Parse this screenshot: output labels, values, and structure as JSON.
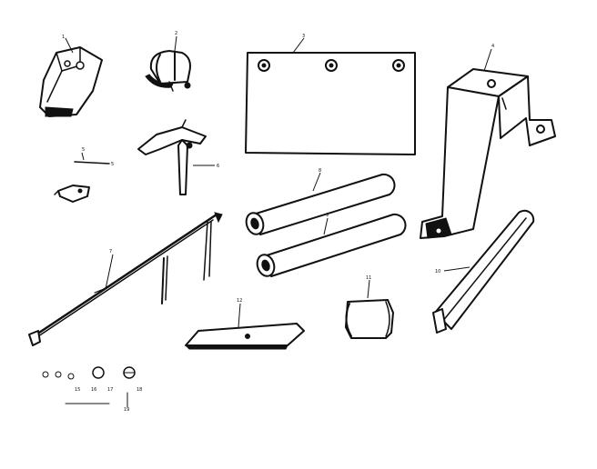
{
  "diagram": {
    "labels": {
      "part_1": "1",
      "part_2": "2",
      "part_3": "3",
      "part_4": "4",
      "part_5a": "5",
      "part_5b": "5",
      "part_6": "6",
      "part_7": "7",
      "part_8": "8",
      "part_9": "9",
      "part_10": "10",
      "part_11": "11",
      "part_12": "12",
      "small_a": "15",
      "small_b": "16",
      "small_c": "17",
      "small_d": "18",
      "small_e": "19"
    }
  }
}
